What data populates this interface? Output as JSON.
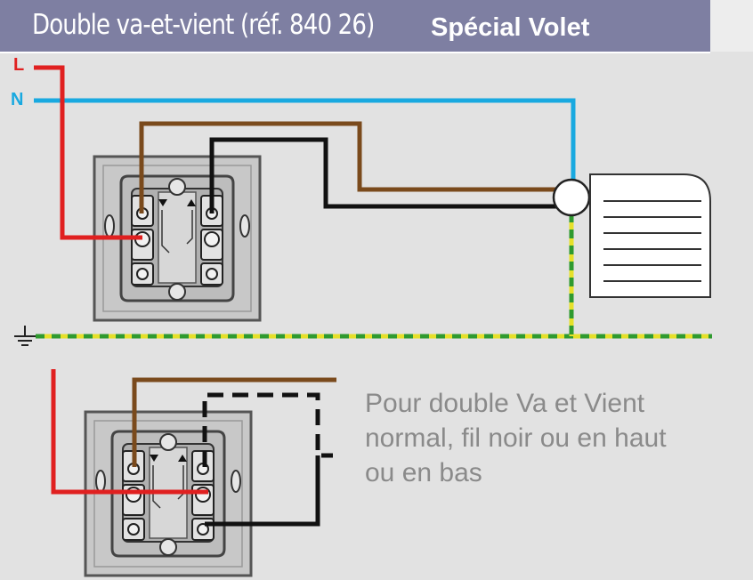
{
  "title": {
    "main": "Double va-et-vient (réf. 840 26)",
    "sub": "Spécial Volet"
  },
  "labels": {
    "line": "L",
    "neutral": "N"
  },
  "note": {
    "lines": [
      "Pour double Va et Vient",
      "normal, fil noir ou en haut",
      "ou en bas"
    ]
  },
  "colors": {
    "live": "#e02020",
    "neutral": "#19a9e0",
    "brown": "#7a4a1c",
    "black": "#111111",
    "earth_green": "#2f9a2f",
    "earth_yellow": "#e6e02a",
    "header_bg": "#7e7fa2",
    "note_text": "#8a8a8a"
  },
  "icons": {
    "earth": "earth-ground-icon",
    "motor": "shutter-motor-icon"
  }
}
